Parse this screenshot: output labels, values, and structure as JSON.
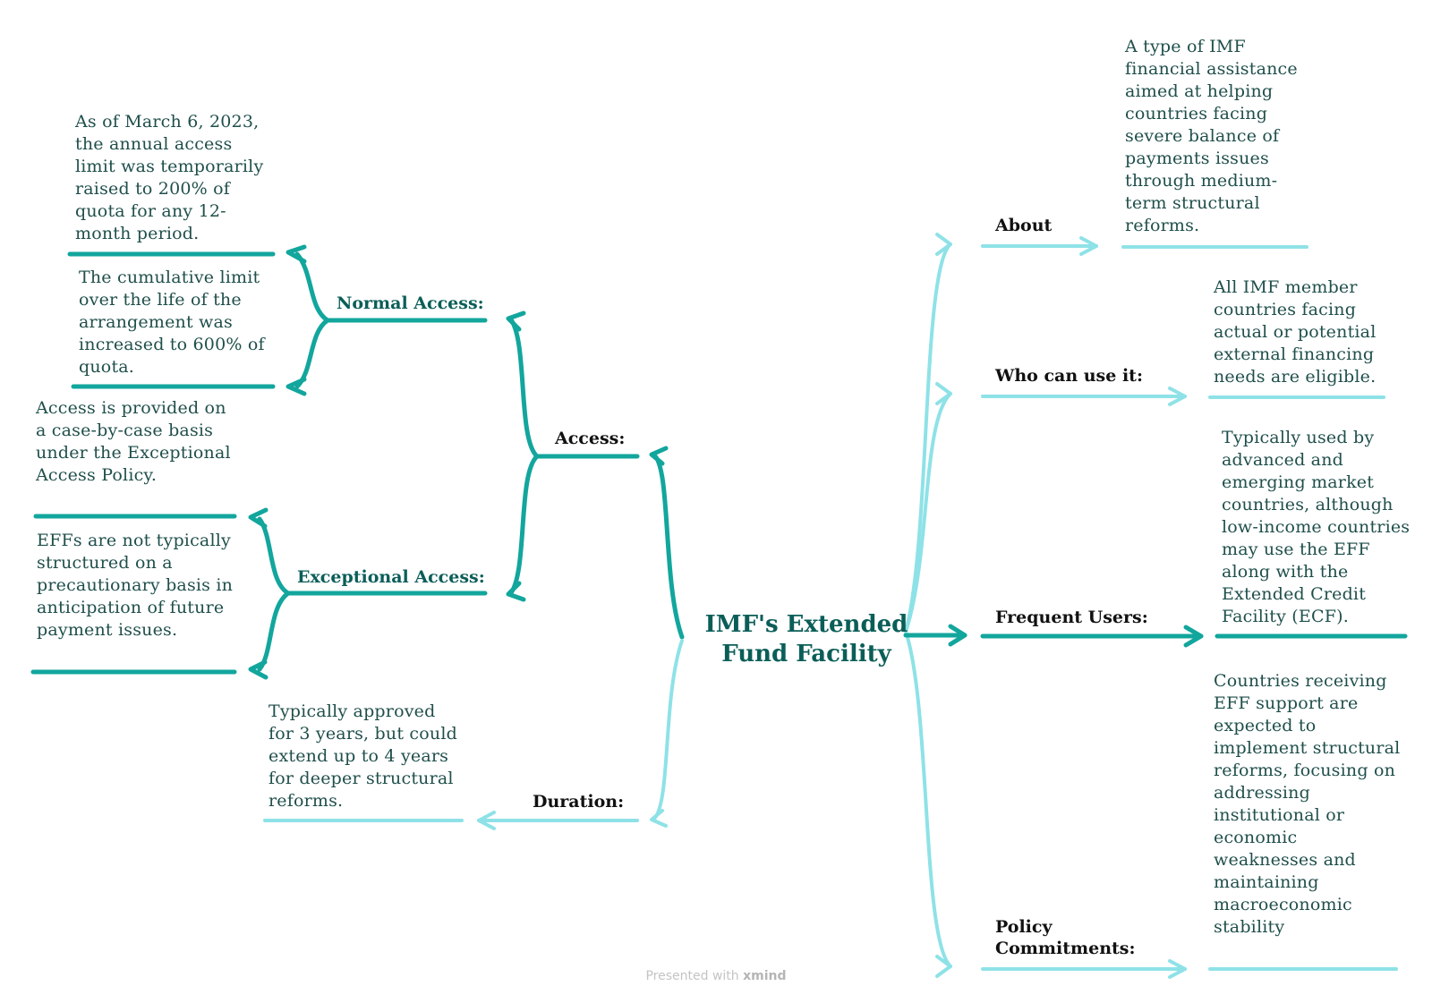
{
  "colors": {
    "dark": "#12a69d",
    "light": "#8ee2e7",
    "center_text": "#0b5e58",
    "note_text": "#1f4f4b",
    "footer": "#c4c4c4"
  },
  "central": {
    "line1": "IMF's Extended",
    "line2": "Fund Facility"
  },
  "right": {
    "about": {
      "label": "About",
      "note": "A type of IMF financial assistance aimed at helping countries facing severe balance of payments issues through medium-term structural reforms."
    },
    "who": {
      "label": "Who can use it:",
      "note": "All IMF member countries facing actual or potential external financing needs are eligible."
    },
    "frequent": {
      "label": "Frequent Users:",
      "note": "Typically used by advanced and emerging market countries, although low-income countries may use the EFF along with the Extended Credit Facility (ECF)."
    },
    "policy": {
      "label_line1": "Policy",
      "label_line2": "Commitments:",
      "note": "Countries receiving EFF support are expected to implement structural reforms, focusing on addressing institutional or economic weaknesses and maintaining macroeconomic stability"
    }
  },
  "left": {
    "access": {
      "label": "Access:",
      "normal": {
        "label": "Normal Access:",
        "notes": [
          "As of March 6, 2023, the annual access limit was temporarily raised to 200% of quota for any 12-month period.",
          "The cumulative limit over the life of the arrangement was increased to 600% of quota."
        ]
      },
      "exceptional": {
        "label": "Exceptional Access:",
        "notes": [
          "Access is provided on a case-by-case basis under the Exceptional Access Policy.",
          "EFFs are not typically structured on a precautionary basis in anticipation of future payment issues."
        ]
      }
    },
    "duration": {
      "label": "Duration:",
      "note": "Typically approved for 3 years, but could extend up to 4 years for deeper structural reforms."
    }
  },
  "footer": {
    "prefix": "Presented with",
    "brand": "xmind"
  }
}
